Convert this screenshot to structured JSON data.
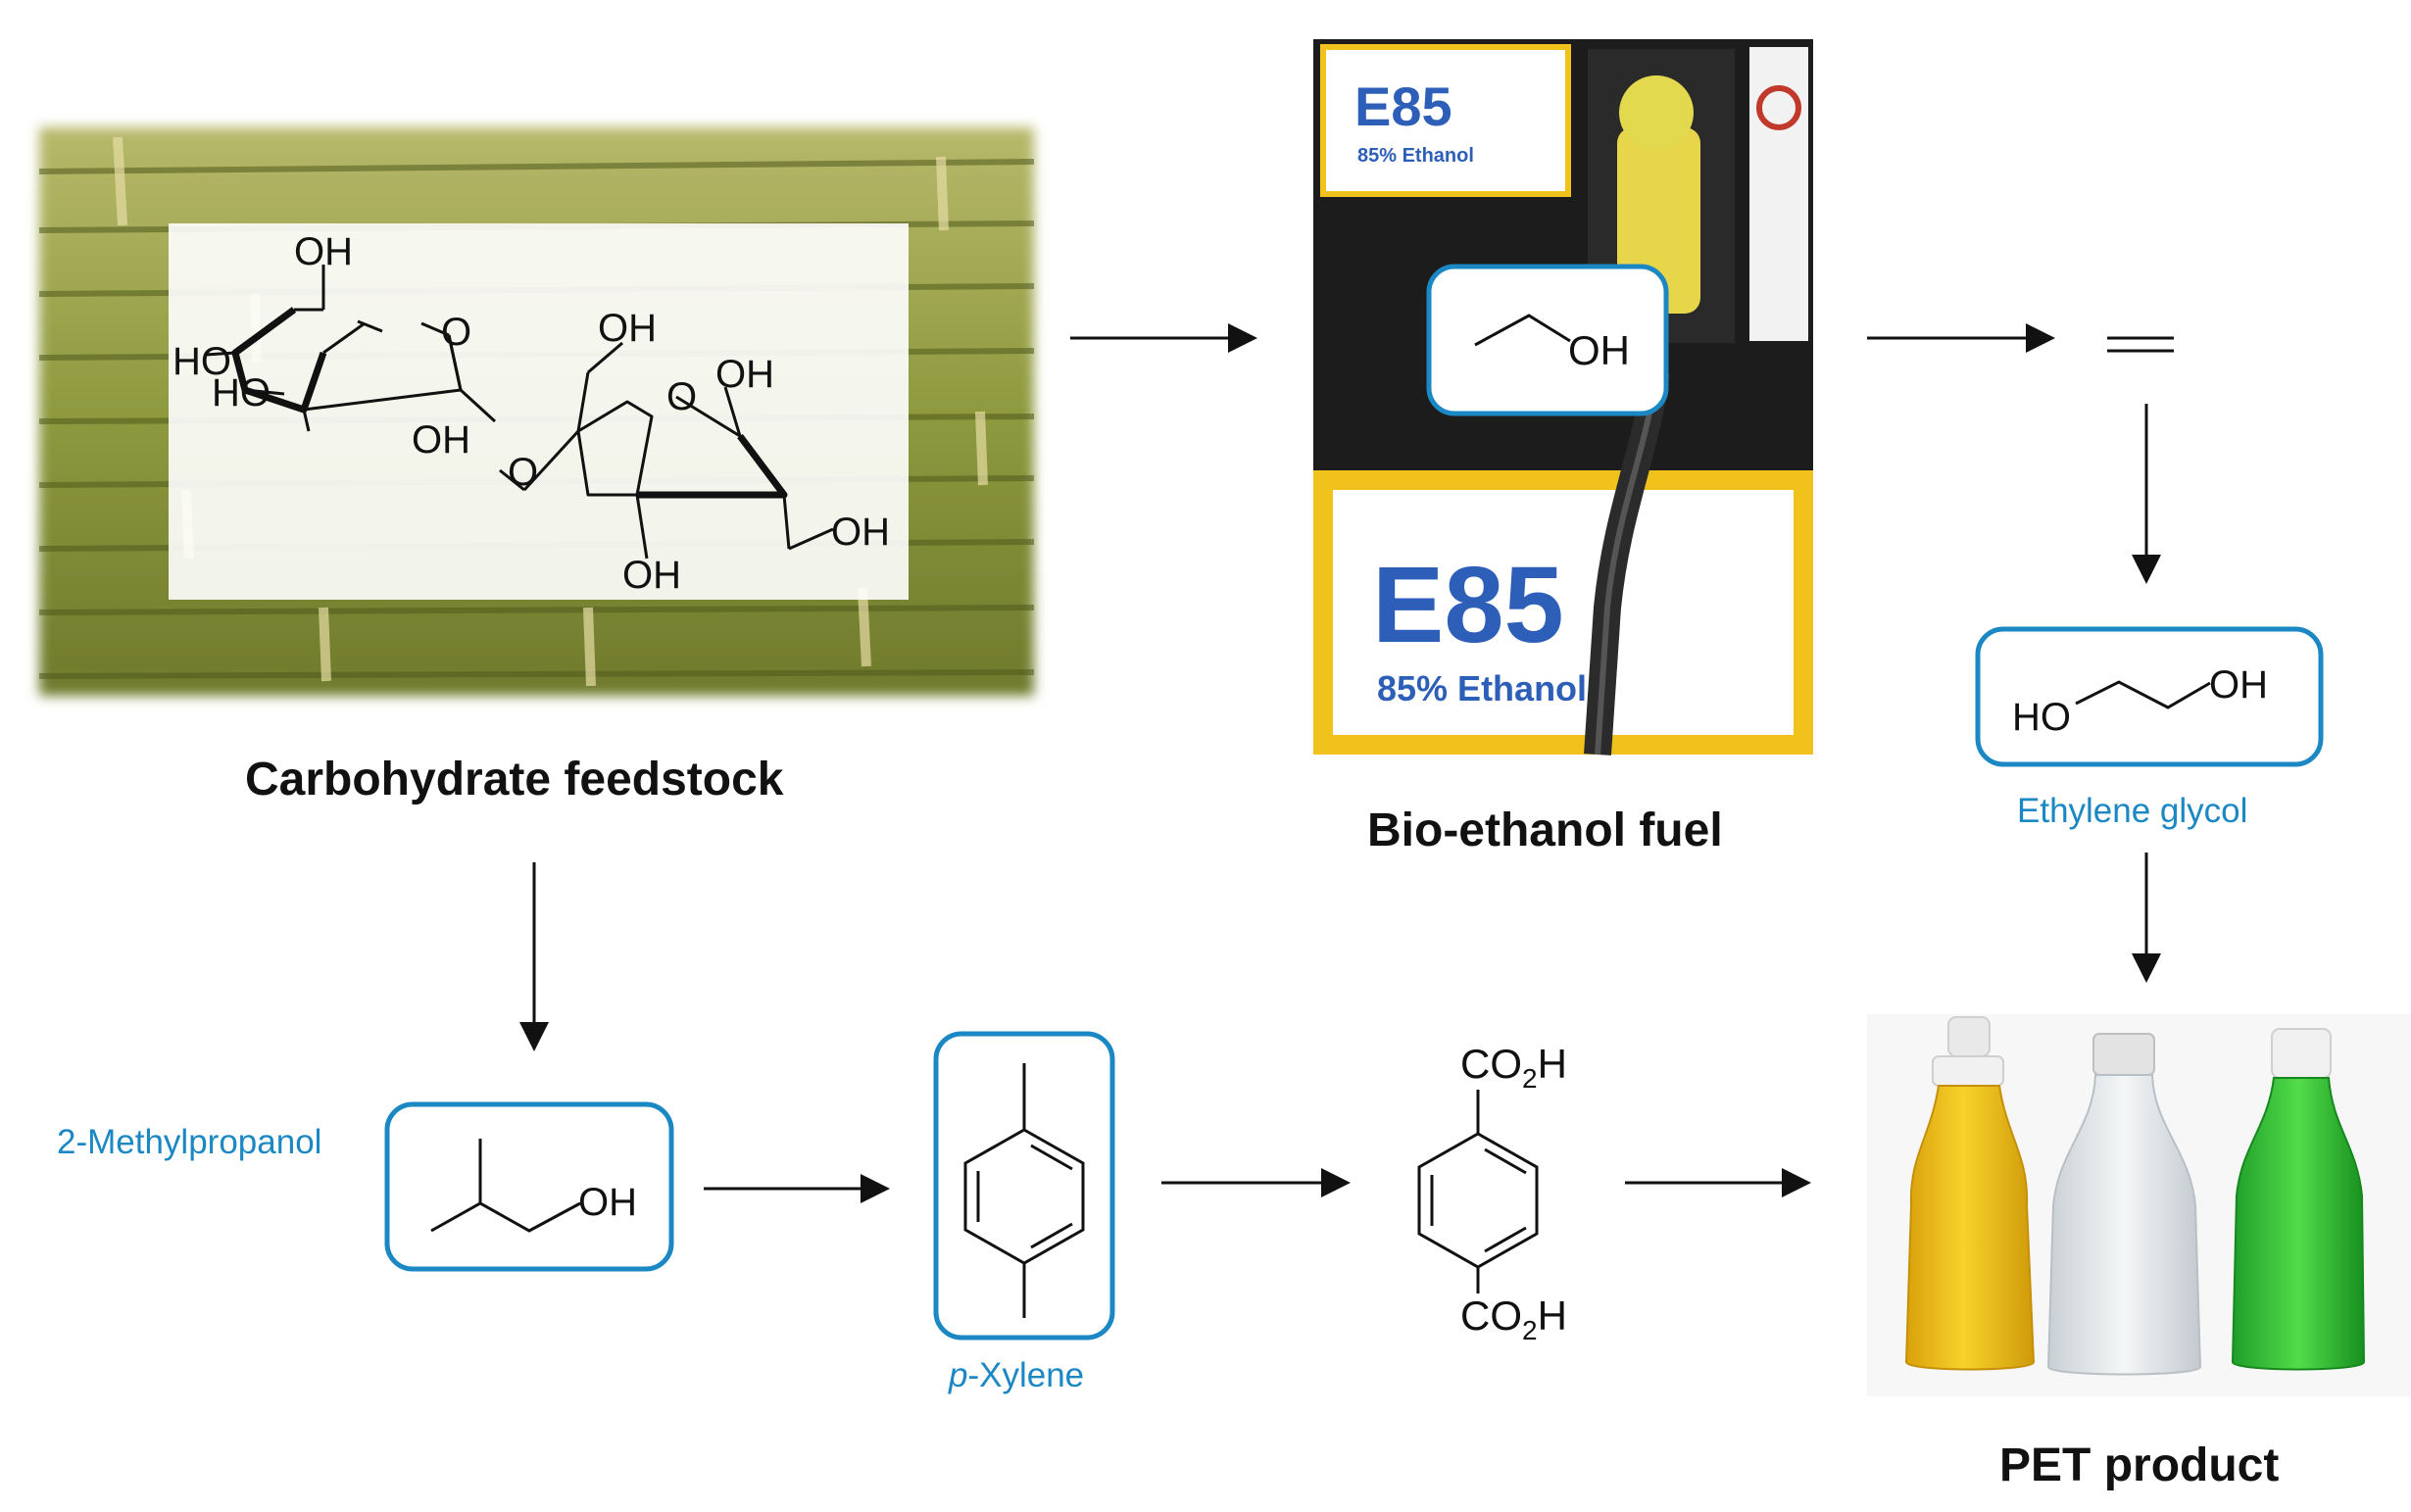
{
  "labels": {
    "carbohydrate": "Carbohydrate feedstock",
    "bioethanol": "Bio-ethanol fuel",
    "ethylene_glycol": "Ethylene glycol",
    "methylpropanol": "2-Methylpropanol",
    "xylene_prefix": "p",
    "xylene_rest": "-Xylene",
    "pet": "PET product"
  },
  "sucrose": {
    "oh": "OH",
    "ho": "HO",
    "o": "O"
  },
  "ethanol": {
    "oh": "OH"
  },
  "glycol": {
    "ho": "HO",
    "oh": "OH"
  },
  "methylpropanol_mol": {
    "oh": "OH"
  },
  "terephthalic": {
    "co": "CO",
    "sub": "2",
    "h": "H"
  },
  "pump": {
    "sign_big": "E85",
    "sign_big_sub": "85% Ethanol",
    "sign_small": "E85",
    "sign_small_sub": "85% Ethanol"
  },
  "colors": {
    "accent_blue": "#1b88c4",
    "bottle_yellow": "#f0c419",
    "bottle_clear": "#e6ebee",
    "bottle_green": "#3ccc3c",
    "cane_green": "#9aa64a",
    "pump_black": "#1c1c1c",
    "sign_yellow": "#f2c21c",
    "sign_blue": "#2e5fb8"
  },
  "icons": [
    "arrow-right-icon",
    "arrow-down-icon",
    "sugarcane-photo",
    "fuel-pump-photo",
    "bottles-photo"
  ]
}
